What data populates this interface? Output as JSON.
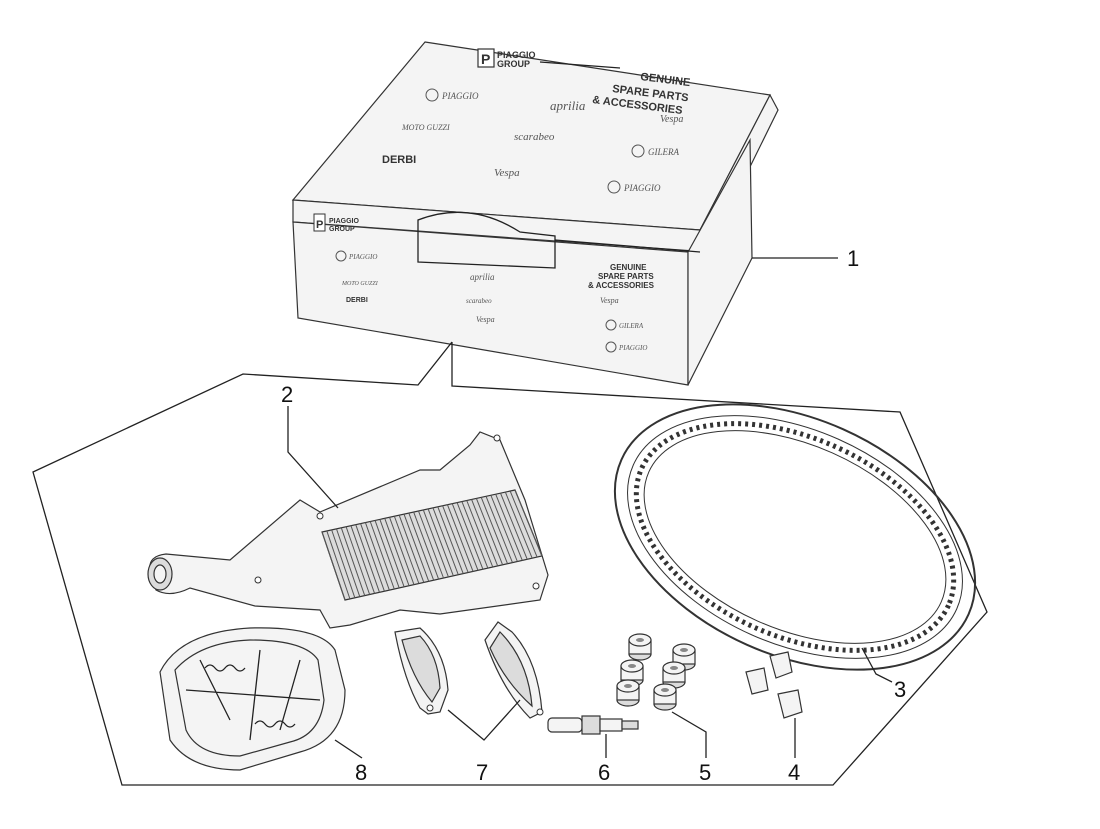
{
  "box": {
    "group_line1": "PIAGGIO",
    "group_line2": "GROUP",
    "logo_letter": "P",
    "tagline": [
      "GENUINE",
      "SPARE PARTS",
      "& ACCESSORIES"
    ],
    "brands": [
      "PIAGGIO",
      "aprilia",
      "Vespa",
      "MOTO GUZZI",
      "scarabeo",
      "DERBI",
      "GILERA"
    ]
  },
  "callouts": [
    {
      "id": "1",
      "label": "1"
    },
    {
      "id": "2",
      "label": "2"
    },
    {
      "id": "3",
      "label": "3"
    },
    {
      "id": "4",
      "label": "4"
    },
    {
      "id": "5",
      "label": "5"
    },
    {
      "id": "6",
      "label": "6"
    },
    {
      "id": "7",
      "label": "7"
    },
    {
      "id": "8",
      "label": "8"
    }
  ]
}
